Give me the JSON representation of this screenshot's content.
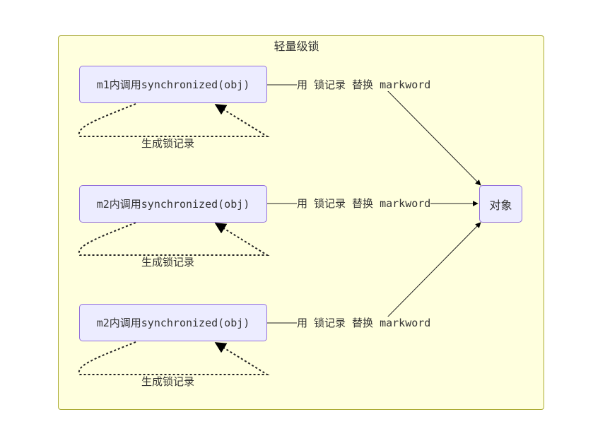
{
  "cluster": {
    "title": "轻量级锁"
  },
  "nodes": {
    "m1": "m1内调用synchronized(obj)",
    "m2a": "m2内调用synchronized(obj)",
    "m2b": "m2内调用synchronized(obj)",
    "target": "对象"
  },
  "edges": {
    "replace_label": "用 锁记录 替换 markword",
    "loop_label": "生成锁记录"
  },
  "colors": {
    "cluster_fill": "#ffffde",
    "cluster_border": "#aaaa33",
    "node_fill": "#ececff",
    "node_border": "#9370db",
    "text": "#333333"
  }
}
